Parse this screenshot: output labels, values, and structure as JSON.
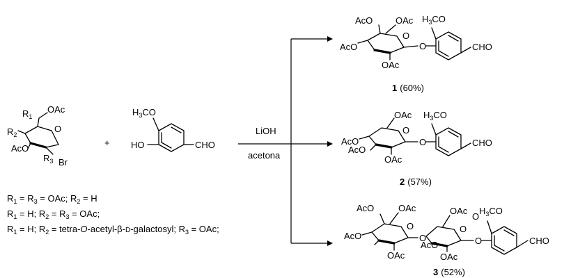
{
  "reactant_sugar": {
    "labels": [
      "R",
      "1",
      "OAc",
      "R",
      "2",
      "O",
      "AcO",
      "R",
      "3",
      "Br"
    ]
  },
  "plus": "+",
  "vanillin": {
    "labels": [
      "H",
      "3",
      "CO",
      "HO",
      "CHO"
    ]
  },
  "conditions": {
    "reagent": "LiOH",
    "solvent": "acetona"
  },
  "substituent_notes": [
    {
      "parts": [
        "R",
        "1",
        " = R",
        "3",
        " = OAc; R",
        "2",
        " = H"
      ]
    },
    {
      "parts": [
        "R",
        "1",
        " = H; R",
        "2",
        " = R",
        "3",
        " = OAc;"
      ]
    },
    {
      "parts": [
        "R",
        "1",
        " = H; R",
        "2",
        " = tetra-",
        "O",
        "-acetyl-β-",
        "D",
        "-galactosyl; R",
        "3",
        " = OAc;"
      ]
    }
  ],
  "products": [
    {
      "number": "1",
      "yield": "(60%)",
      "labels": [
        "AcO",
        "OAc",
        "H",
        "3",
        "CO",
        "AcO",
        "O",
        "O",
        "CHO",
        "OAc"
      ]
    },
    {
      "number": "2",
      "yield": "(57%)",
      "labels": [
        "OAc",
        "H",
        "3",
        "CO",
        "AcO",
        "AcO",
        "O",
        "O",
        "CHO",
        "OAc"
      ]
    },
    {
      "number": "3",
      "yield": "(52%)",
      "labels": [
        "AcO",
        "OAc",
        "OAc",
        "H",
        "3",
        "CO",
        "AcO",
        "O",
        "O",
        "O",
        "AcO",
        "O",
        "O",
        "CHO",
        "OAc",
        "OAc"
      ]
    }
  ]
}
